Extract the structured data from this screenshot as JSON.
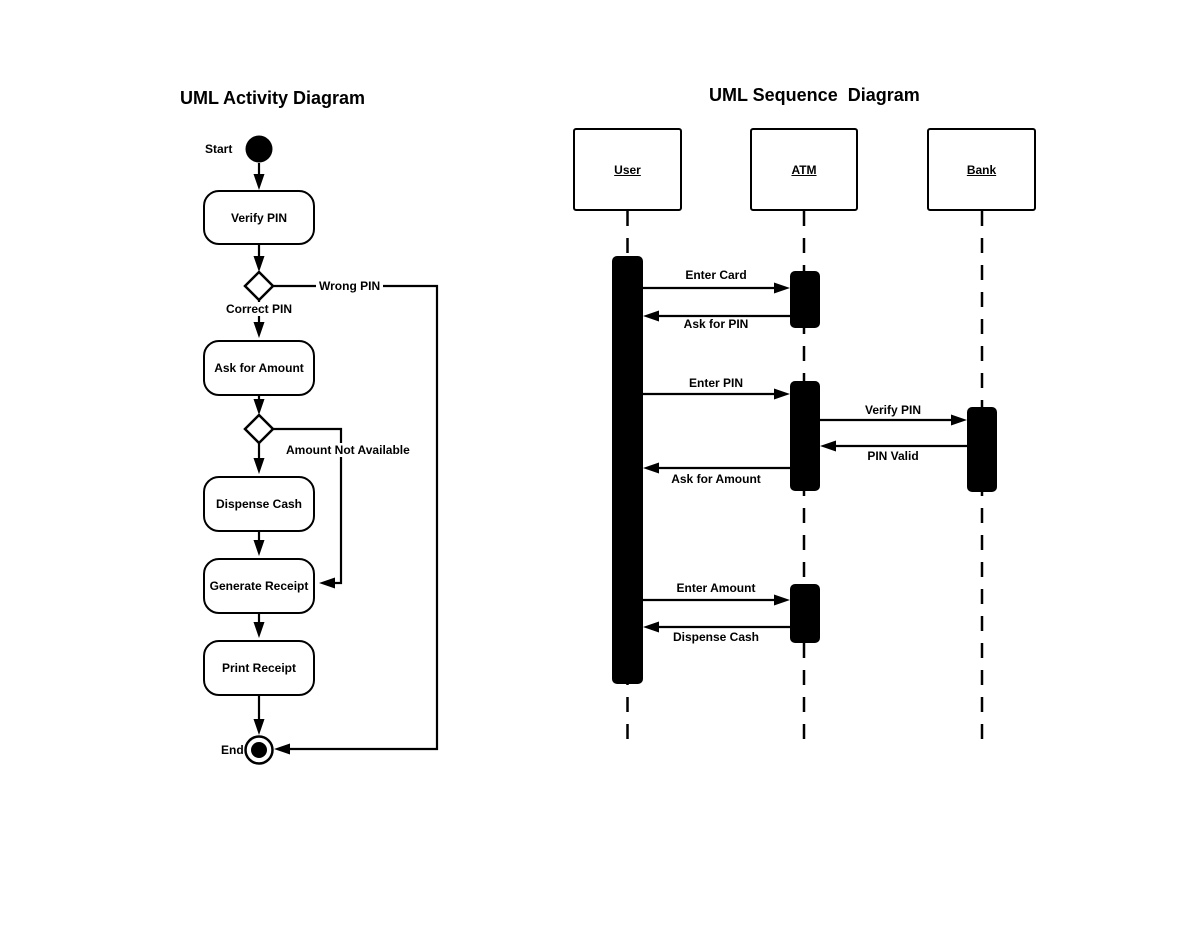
{
  "page": {
    "background": "#ffffff",
    "ink": "#000000"
  },
  "activity": {
    "title": "UML Activity Diagram",
    "start_label": "Start",
    "end_label": "End",
    "nodes": [
      {
        "id": "verify-pin",
        "label": "Verify PIN"
      },
      {
        "id": "ask-for-amount",
        "label": "Ask for Amount"
      },
      {
        "id": "dispense-cash",
        "label": "Dispense Cash"
      },
      {
        "id": "generate-receipt",
        "label": "Generate Receipt"
      },
      {
        "id": "print-receipt",
        "label": "Print Receipt"
      }
    ],
    "branch_labels": [
      {
        "id": "wrong-pin",
        "label": "Wrong PIN"
      },
      {
        "id": "correct-pin",
        "label": "Correct PIN"
      },
      {
        "id": "amount-not-available",
        "label": "Amount Not Available"
      }
    ]
  },
  "sequence": {
    "title": "UML Sequence  Diagram",
    "actors": [
      {
        "label": "User"
      },
      {
        "label": "ATM"
      },
      {
        "label": "Bank"
      }
    ],
    "messages": [
      {
        "label": "Enter Card",
        "from": "User",
        "to": "ATM"
      },
      {
        "label": "Ask for PIN",
        "from": "ATM",
        "to": "User"
      },
      {
        "label": "Enter PIN",
        "from": "User",
        "to": "ATM"
      },
      {
        "label": "Verify PIN",
        "from": "ATM",
        "to": "Bank"
      },
      {
        "label": "PIN Valid",
        "from": "Bank",
        "to": "ATM"
      },
      {
        "label": "Ask for Amount",
        "from": "ATM",
        "to": "User"
      },
      {
        "label": "Enter Amount",
        "from": "User",
        "to": "ATM"
      },
      {
        "label": "Dispense Cash",
        "from": "ATM",
        "to": "User"
      }
    ]
  }
}
